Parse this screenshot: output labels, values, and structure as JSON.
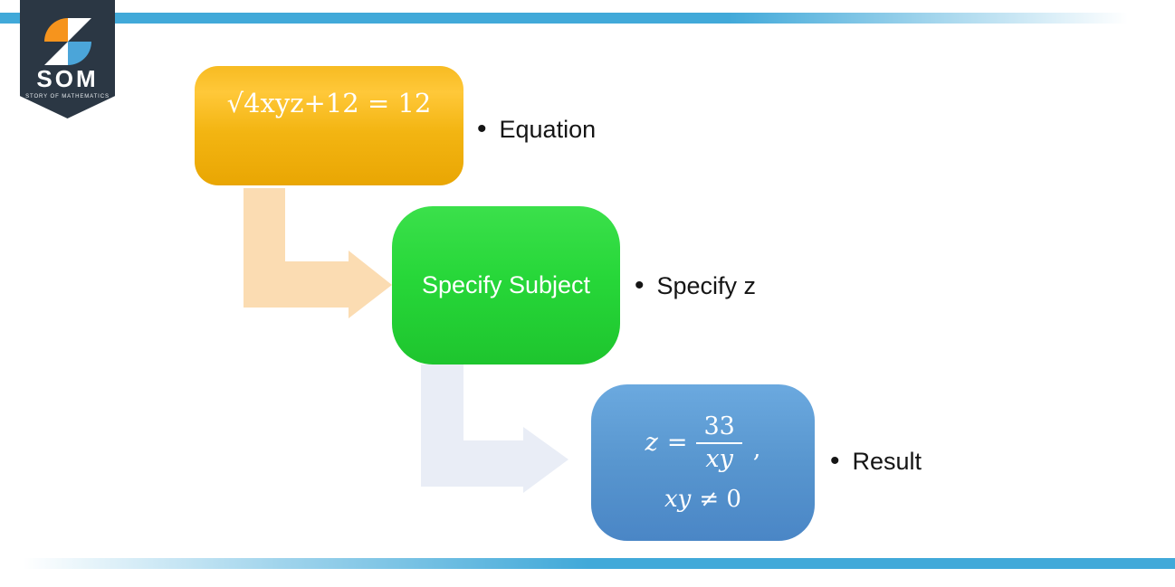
{
  "colors": {
    "bar_blue": "#41A9D9",
    "banner_navy": "#2B3744",
    "logo_orange": "#F6941D",
    "logo_blue": "#4BA5D9",
    "logo_white": "#FFFFFF",
    "box_yellow_top": "#FFC839",
    "box_yellow_bottom": "#E9A603",
    "box_green_top": "#3BE04B",
    "box_green_bottom": "#1EC52E",
    "box_blue_top": "#6BA9DF",
    "box_blue_bottom": "#4A86C6",
    "arrow_peach": "#FBDCB2",
    "arrow_pale_blue": "#E9EDF6",
    "label_text": "#151515"
  },
  "logo": {
    "brand": "SOM",
    "tagline": "STORY OF MATHEMATICS"
  },
  "diagram": {
    "step1": {
      "equation": "√4xyz+12 = 12",
      "bullet": "•",
      "label": "Equation"
    },
    "step2": {
      "text": "Specify Subject",
      "bullet": "•",
      "label": "Specify z"
    },
    "step3": {
      "lhs_var": "z",
      "equals": "=",
      "numerator": "33",
      "denominator": "xy",
      "comma": ",",
      "condition_var": "xy",
      "condition_rel": "≠ 0",
      "bullet": "•",
      "label": "Result"
    }
  }
}
